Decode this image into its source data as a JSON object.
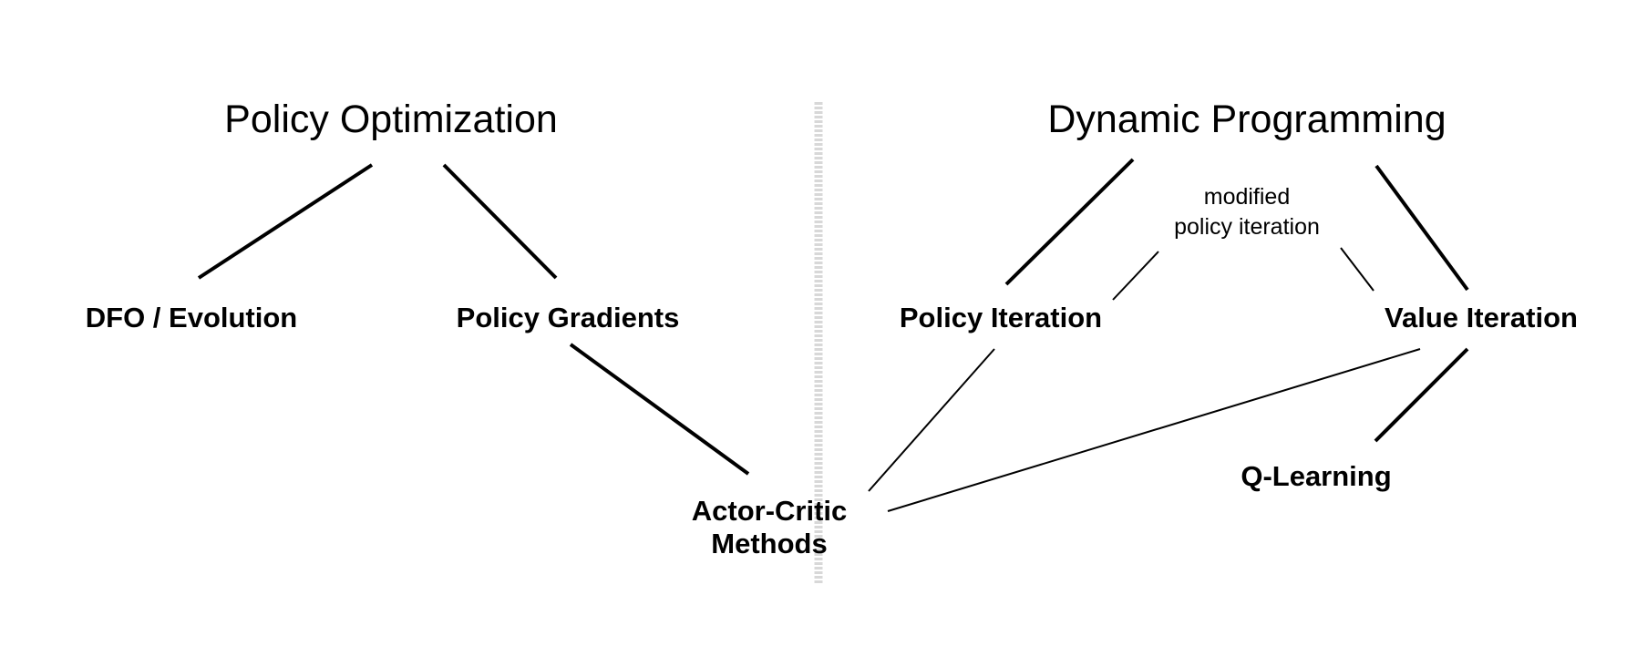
{
  "headings": {
    "left": "Policy Optimization",
    "right": "Dynamic Programming"
  },
  "nodes": {
    "dfo": "DFO / Evolution",
    "policy_gradients": "Policy Gradients",
    "policy_iteration": "Policy Iteration",
    "value_iteration": "Value Iteration",
    "q_learning": "Q-Learning",
    "actor_critic_line1": "Actor-Critic",
    "actor_critic_line2": "Methods"
  },
  "annotation": {
    "line1": "modified",
    "line2": "policy iteration"
  },
  "colors": {
    "ink": "#000000",
    "divider": "#d8d8d8"
  }
}
